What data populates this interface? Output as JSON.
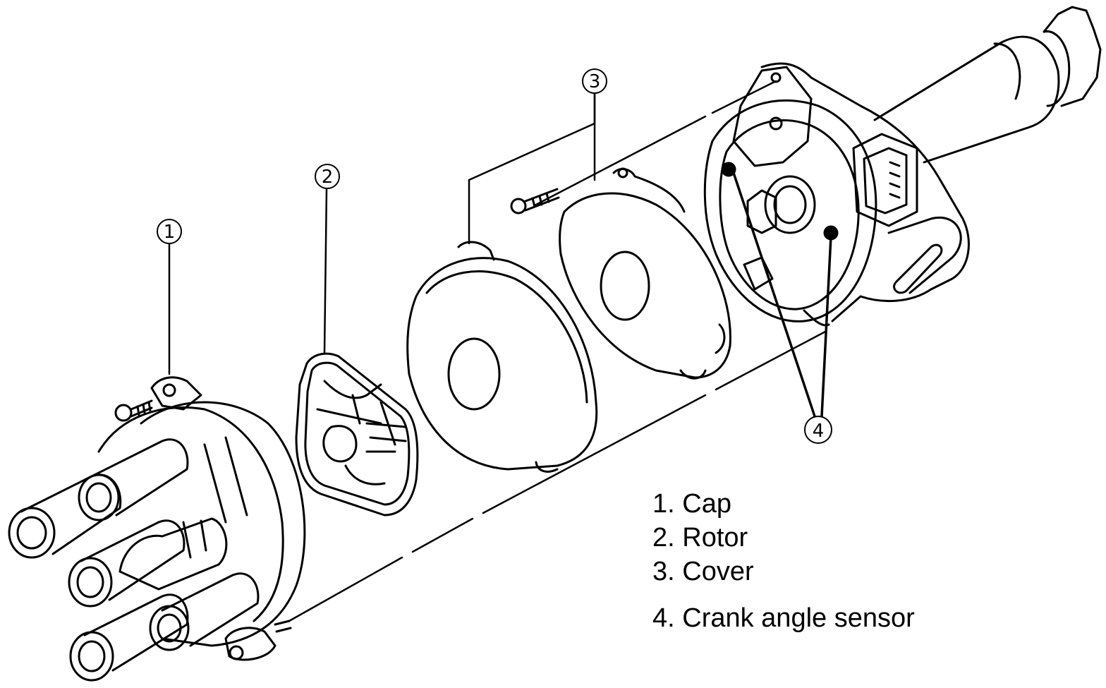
{
  "callouts": [
    {
      "id": "1",
      "label": "1"
    },
    {
      "id": "2",
      "label": "2"
    },
    {
      "id": "3",
      "label": "3"
    },
    {
      "id": "4",
      "label": "4"
    }
  ],
  "legend": [
    {
      "text": "1. Cap"
    },
    {
      "text": "2. Rotor"
    },
    {
      "text": "3. Cover"
    },
    {
      "text": "4. Crank angle sensor"
    }
  ]
}
